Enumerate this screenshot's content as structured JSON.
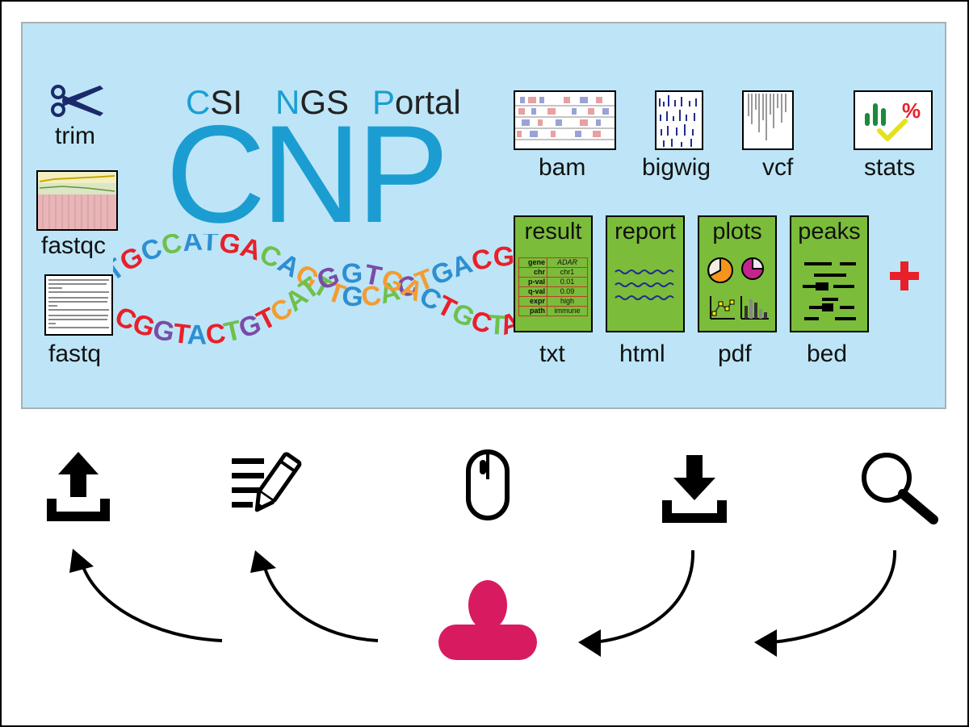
{
  "title": {
    "csi_initial": "C",
    "csi_rest": "SI",
    "ngs_initial": "N",
    "ngs_rest": "GS",
    "portal_initial": "P",
    "portal_rest": "ortal",
    "acronym": "CNP"
  },
  "inputs": {
    "trim": "trim",
    "fastqc": "fastqc",
    "fastq": "fastq"
  },
  "outputs": {
    "bam": "bam",
    "bigwig": "bigwig",
    "vcf": "vcf",
    "stats": "stats",
    "stats_percent": "%"
  },
  "result_cards": {
    "result": {
      "title": "result",
      "ext": "txt"
    },
    "report": {
      "title": "report",
      "ext": "html"
    },
    "plots": {
      "title": "plots",
      "ext": "pdf"
    },
    "peaks": {
      "title": "peaks",
      "ext": "bed"
    }
  },
  "result_table": [
    {
      "key": "gene",
      "value": "ADAR"
    },
    {
      "key": "chr",
      "value": "chr1"
    },
    {
      "key": "p-val",
      "value": "0.01"
    },
    {
      "key": "q-val",
      "value": "0.09"
    },
    {
      "key": "expr",
      "value": "high"
    },
    {
      "key": "path",
      "value": "immune"
    }
  ],
  "dna": {
    "top_strand": "TGCCATGACAGTTGCACTGACGATCC",
    "bottom_strand": "CGGTACTGTCATGGTGACTGCTAGG"
  },
  "colors": {
    "accent": "#1c9dd2",
    "panel": "#bde5f7",
    "card": "#7bbc3a",
    "user": "#d81b60",
    "plus": "#e8202a"
  },
  "actions": {
    "icons": [
      "upload-icon",
      "edit-icon",
      "mouse-icon",
      "download-icon",
      "search-icon"
    ],
    "user_icon": "user-icon",
    "add_icon": "plus-icon"
  }
}
